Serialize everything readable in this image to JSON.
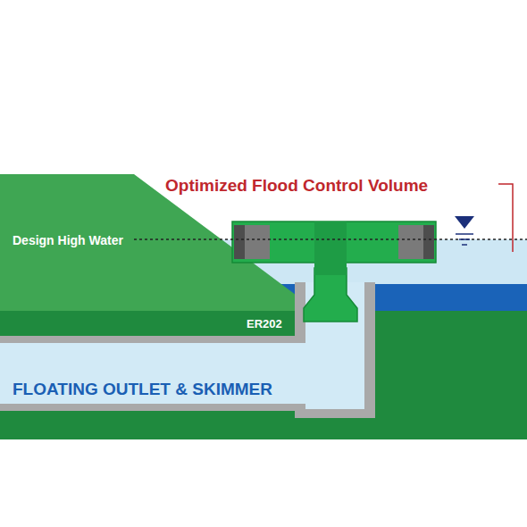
{
  "diagram": {
    "labels": [
      "Optimized Flood Control Volume",
      "Design High Water",
      "ER202",
      "FLOATING OUTLET & SKIMMER"
    ]
  }
}
